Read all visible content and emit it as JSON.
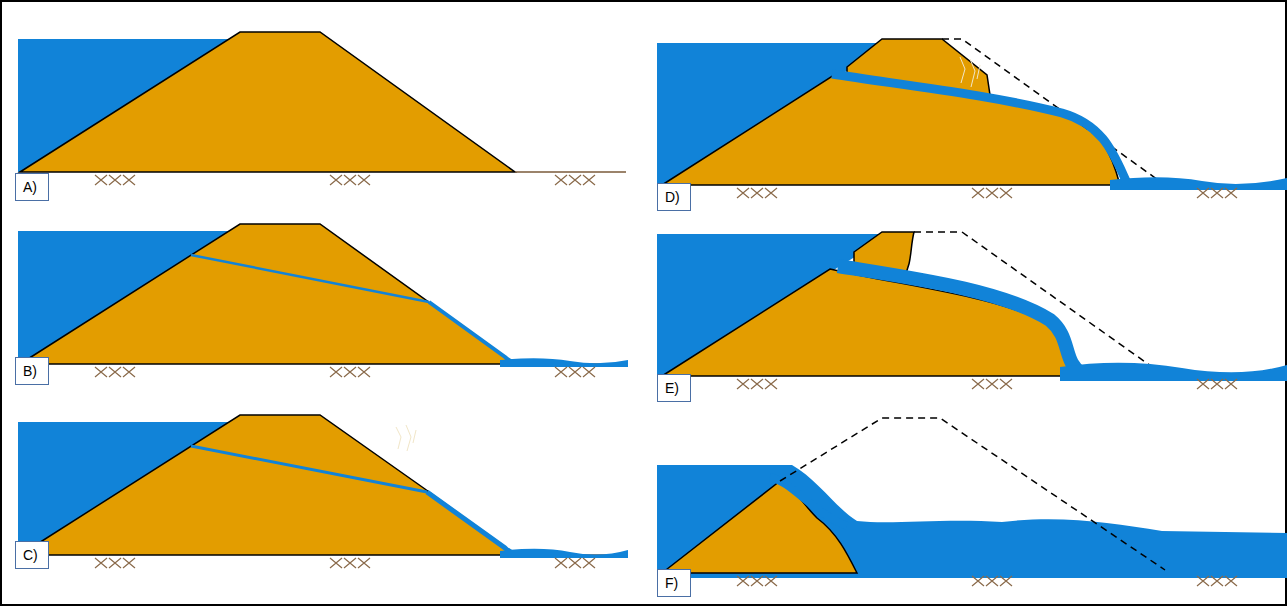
{
  "diagram": {
    "nodes": [
      {
        "text": [
          "A)"
        ]
      },
      {
        "text": [
          "B)"
        ]
      },
      {
        "text": [
          "C)"
        ]
      },
      {
        "text": [
          "D)"
        ]
      },
      {
        "text": [
          "E)"
        ]
      },
      {
        "text": [
          "F)"
        ]
      }
    ]
  }
}
